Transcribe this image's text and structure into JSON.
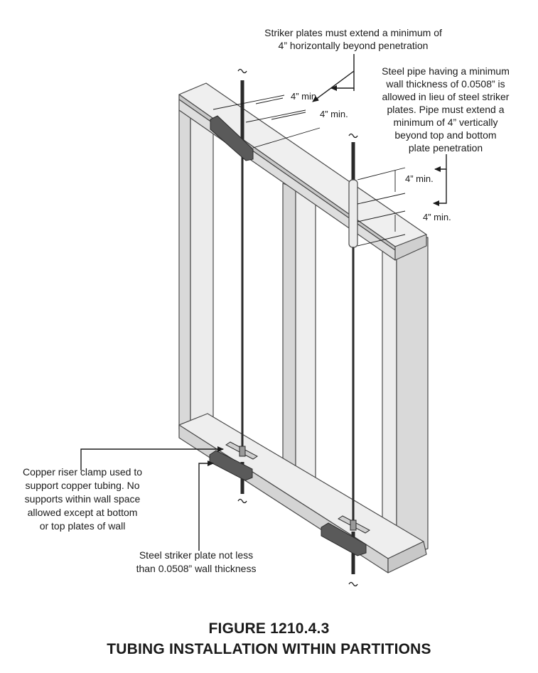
{
  "figure": {
    "number": "FIGURE 1210.4.3",
    "title": "TUBING INSTALLATION WITHIN PARTITIONS"
  },
  "annotations": {
    "striker_plates": [
      "Striker plates must extend a minimum of",
      "4” horizontally beyond penetration"
    ],
    "steel_pipe": [
      "Steel pipe having a minimum",
      "wall thickness of 0.0508” is",
      "allowed in lieu of steel striker",
      "plates. Pipe must extend a",
      "minimum of 4” vertically",
      "beyond top and bottom",
      "plate penetration"
    ],
    "copper_clamp": [
      "Copper riser clamp used to",
      "support copper tubing. No",
      "supports within wall space",
      "allowed except at bottom",
      "or top plates of wall"
    ],
    "steel_striker": [
      "Steel striker plate not less",
      "than 0.0508” wall thickness"
    ]
  },
  "dimensions": {
    "horizontal_1": "4” min.",
    "horizontal_2": "4” min.",
    "vertical_1": "4” min.",
    "vertical_2": "4” min."
  },
  "colors": {
    "framing_face": "#ededed",
    "framing_shade": "#d6d6d6",
    "framing_edge": "#b9b9b9",
    "outline": "#4a4a4a",
    "pipe": "#2a2a2a",
    "plate": "#5a5a5a"
  }
}
